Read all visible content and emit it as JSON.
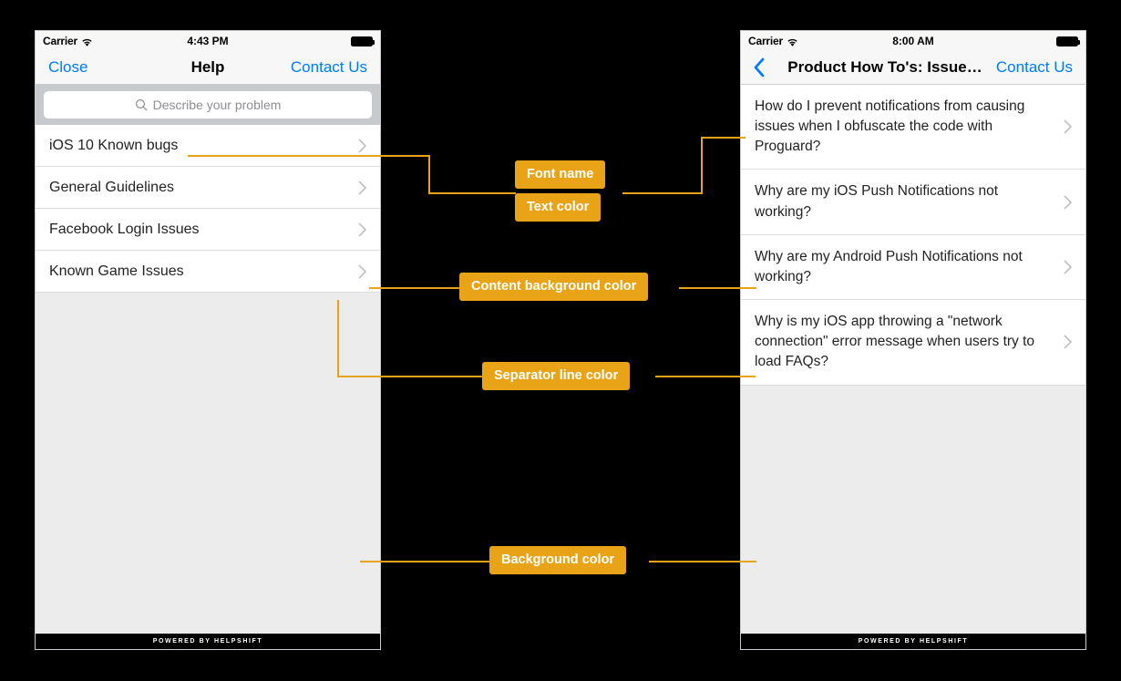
{
  "phones": [
    {
      "id": "left",
      "status_bar": {
        "carrier": "Carrier",
        "time": "4:43 PM",
        "wifi_icon": "wifi-icon",
        "battery_icon": "battery-icon"
      },
      "nav_bar": {
        "left_label": "Close",
        "title": "Help",
        "right_label": "Contact Us"
      },
      "search": {
        "placeholder": "Describe your problem",
        "icon": "search-icon"
      },
      "list_items": [
        {
          "label": "iOS 10 Known bugs"
        },
        {
          "label": "General Guidelines"
        },
        {
          "label": "Facebook Login Issues"
        },
        {
          "label": "Known Game Issues"
        }
      ],
      "footer": "POWERED BY HELPSHIFT"
    },
    {
      "id": "right",
      "status_bar": {
        "carrier": "Carrier",
        "time": "8:00 AM",
        "wifi_icon": "wifi-icon",
        "battery_icon": "battery-icon"
      },
      "nav_bar": {
        "left_label": "",
        "back_icon": "back-chevron-icon",
        "title": "Product How To's: Issue…",
        "right_label": "Contact Us"
      },
      "list_items": [
        {
          "label": "How do I prevent notifications from causing issues when I obfuscate the code with Proguard?"
        },
        {
          "label": "Why are my iOS Push Notifications not working?"
        },
        {
          "label": "Why are my Android Push Notifications not working?"
        },
        {
          "label": "Why is my iOS app throwing a \"network connection\" error message when users try to load FAQs?"
        }
      ],
      "footer": "POWERED BY HELPSHIFT"
    }
  ],
  "annotations": [
    {
      "id": "font-name",
      "label": "Font name"
    },
    {
      "id": "text-color",
      "label": "Text color"
    },
    {
      "id": "content-bg",
      "label": "Content background color"
    },
    {
      "id": "separator",
      "label": "Separator line color"
    },
    {
      "id": "background",
      "label": "Background color"
    }
  ],
  "colors": {
    "annotation": "#e8a317",
    "page_background": "#000000",
    "content_background": "#ffffff",
    "background": "#ececec",
    "separator_line": "#dcdcdc",
    "text": "#222222",
    "tint": "#007aff",
    "status_bar": "#f7f7f8"
  }
}
